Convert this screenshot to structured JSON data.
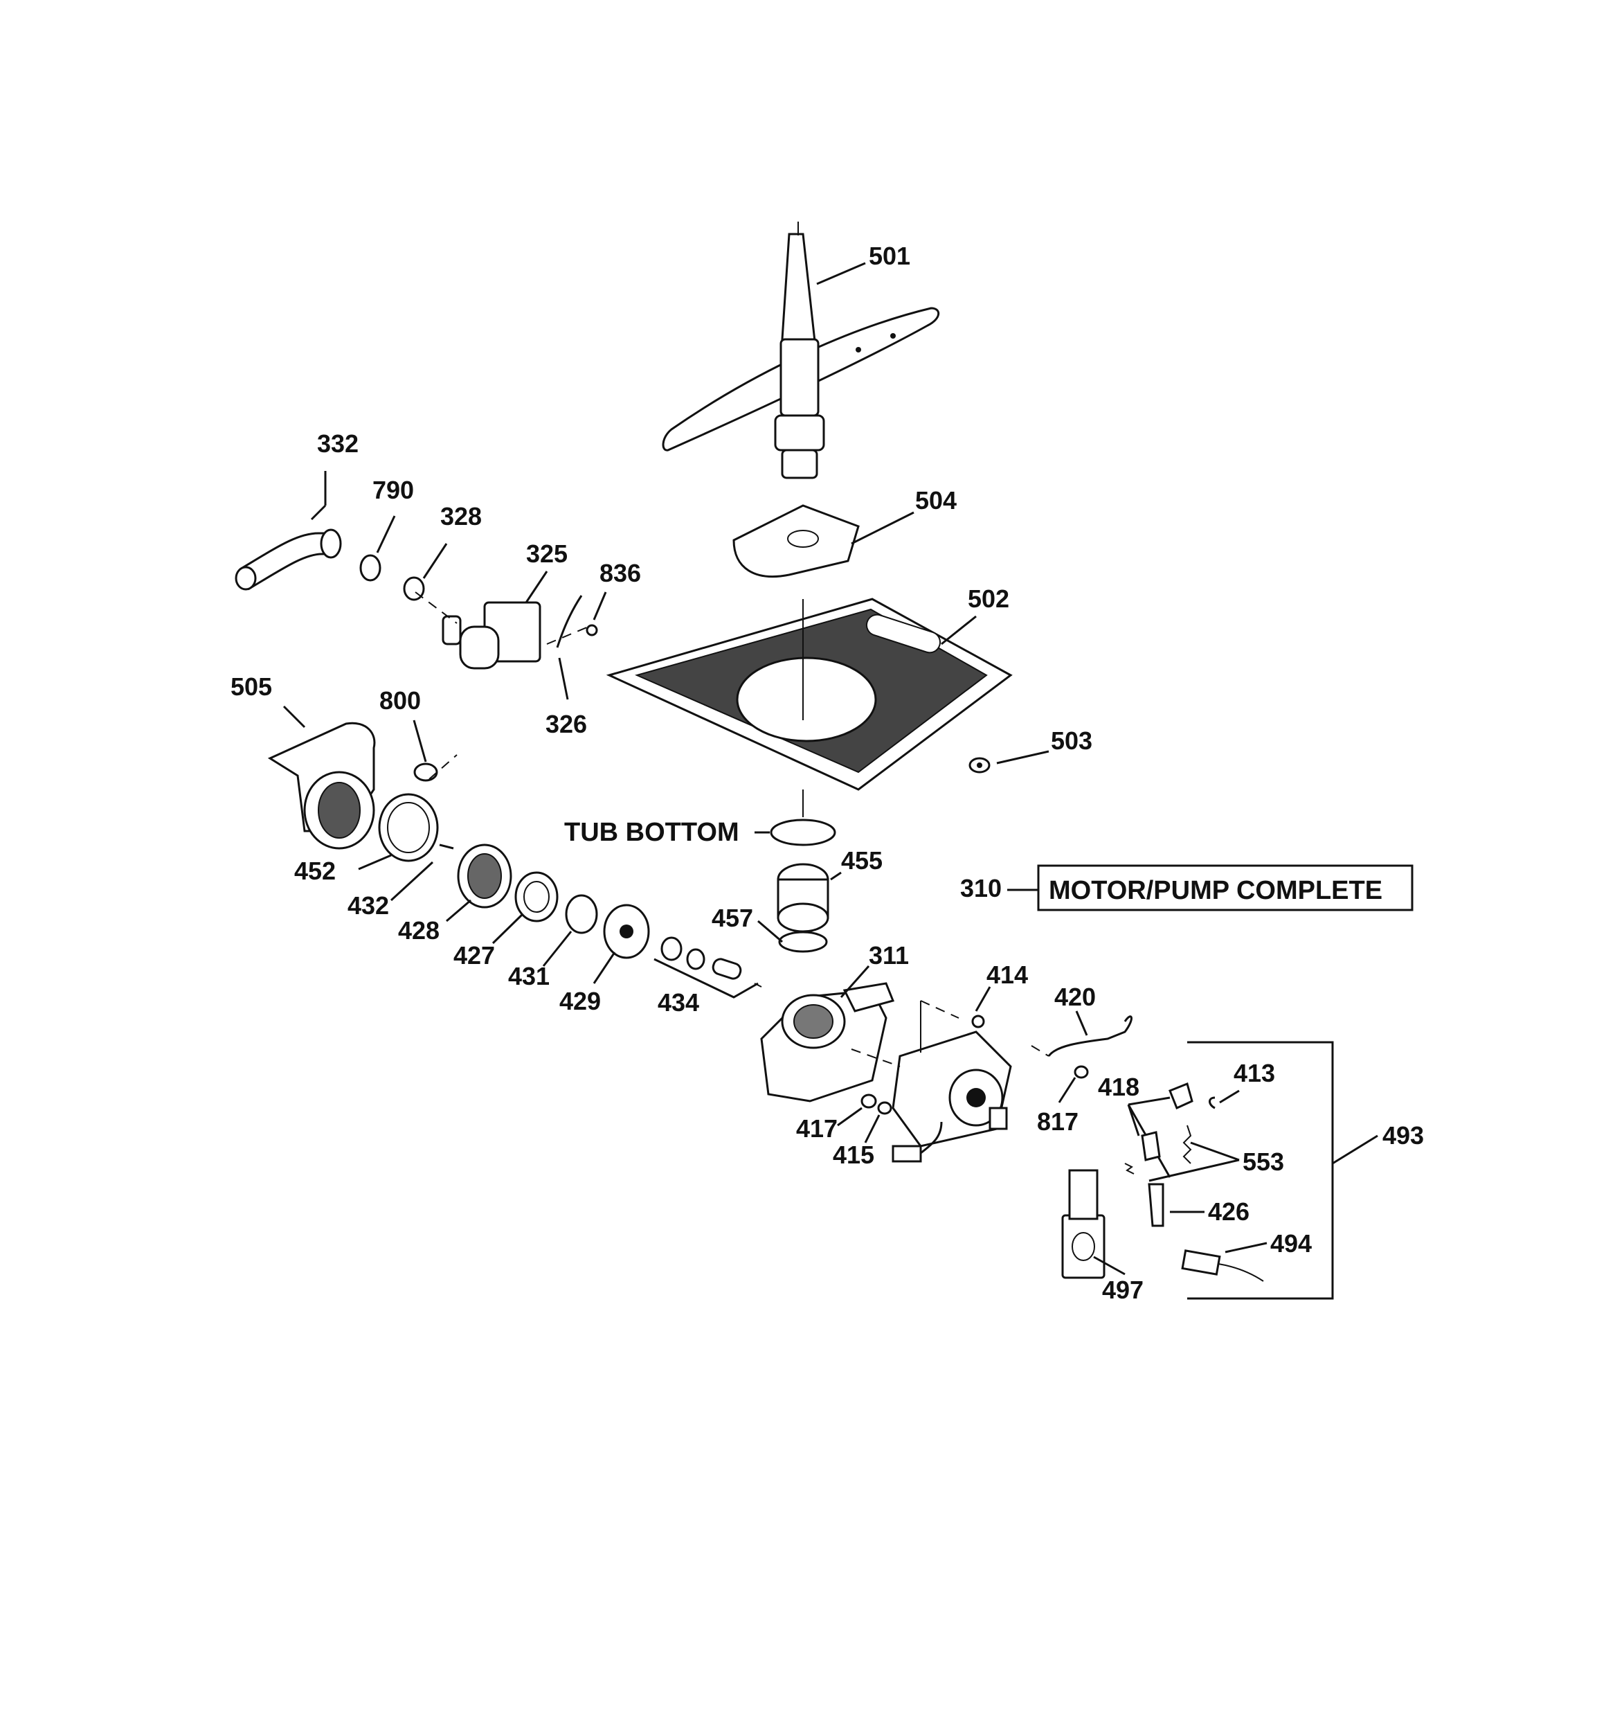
{
  "labels": {
    "l501": "501",
    "l504": "504",
    "l502": "502",
    "l503": "503",
    "l332": "332",
    "l790": "790",
    "l328": "328",
    "l325": "325",
    "l836": "836",
    "l326": "326",
    "l505": "505",
    "l800": "800",
    "l452": "452",
    "l432": "432",
    "l428": "428",
    "l427": "427",
    "l431": "431",
    "l429": "429",
    "l434": "434",
    "l455": "455",
    "l457": "457",
    "l311": "311",
    "l414": "414",
    "l420": "420",
    "l817": "817",
    "l418": "418",
    "l413": "413",
    "l553": "553",
    "l493": "493",
    "l417": "417",
    "l415": "415",
    "l426": "426",
    "l494": "494",
    "l497": "497",
    "l310": "310"
  },
  "tub_bottom": "TUB BOTTOM",
  "motor_pump_box": "MOTOR/PUMP COMPLETE",
  "colors": {
    "ink": "#111111",
    "background": "#ffffff"
  }
}
